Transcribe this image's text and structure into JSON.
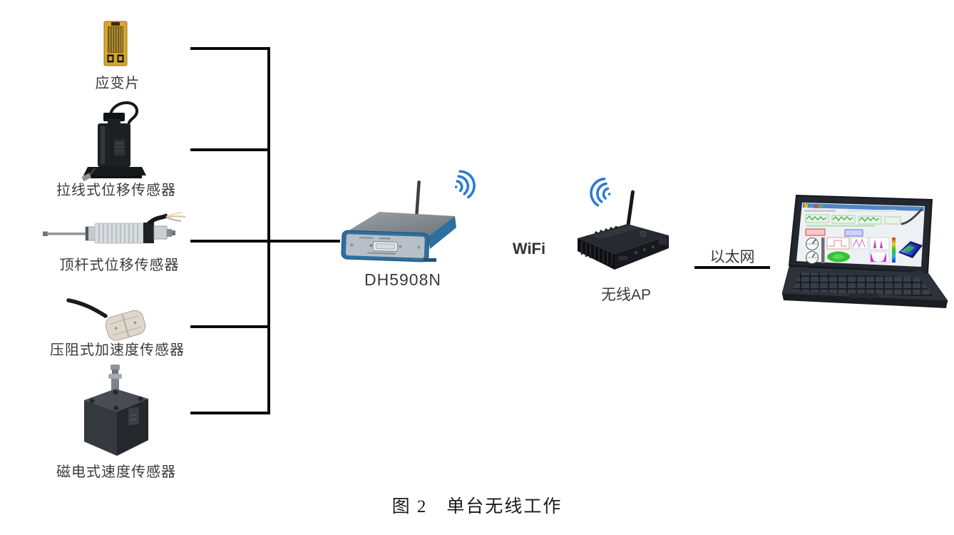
{
  "figure": {
    "caption": "图 2　单台无线工作",
    "sensors": [
      {
        "label": "应变片"
      },
      {
        "label": "拉线式位移传感器"
      },
      {
        "label": "顶杆式位移传感器"
      },
      {
        "label": "压阻式加速度传感器"
      },
      {
        "label": "磁电式速度传感器"
      }
    ],
    "daq_label": "DH5908N",
    "wifi_label": "WiFi",
    "ap_label": "无线AP",
    "ethernet_label": "以太网",
    "colors": {
      "wifi_blue": "#2b7ad0",
      "daq_blue": "#2e6f9f",
      "line_black": "#0a0a0a"
    }
  }
}
